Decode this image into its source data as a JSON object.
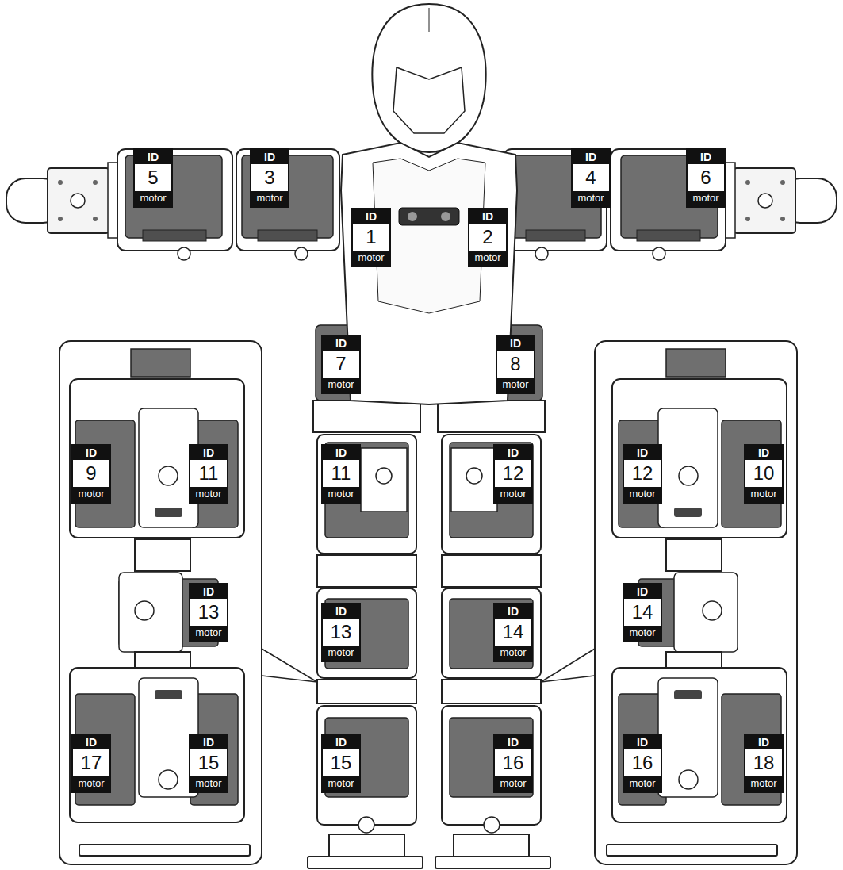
{
  "diagram": {
    "nodes": [
      {
        "text": [
          "ID",
          "5",
          "motor"
        ]
      },
      {
        "text": [
          "ID",
          "3",
          "motor"
        ]
      },
      {
        "text": [
          "ID",
          "4",
          "motor"
        ]
      },
      {
        "text": [
          "ID",
          "6",
          "motor"
        ]
      },
      {
        "text": [
          "ID",
          "1",
          "motor"
        ]
      },
      {
        "text": [
          "ID",
          "2",
          "motor"
        ]
      },
      {
        "text": [
          "ID",
          "7",
          "motor"
        ]
      },
      {
        "text": [
          "ID",
          "8",
          "motor"
        ]
      },
      {
        "text": [
          "ID",
          "9",
          "motor"
        ]
      },
      {
        "text": [
          "ID",
          "11",
          "motor"
        ]
      },
      {
        "text": [
          "ID",
          "11",
          "motor"
        ]
      },
      {
        "text": [
          "ID",
          "12",
          "motor"
        ]
      },
      {
        "text": [
          "ID",
          "12",
          "motor"
        ]
      },
      {
        "text": [
          "ID",
          "10",
          "motor"
        ]
      },
      {
        "text": [
          "ID",
          "13",
          "motor"
        ]
      },
      {
        "text": [
          "ID",
          "14",
          "motor"
        ]
      },
      {
        "text": [
          "ID",
          "13",
          "motor"
        ]
      },
      {
        "text": [
          "ID",
          "14",
          "motor"
        ]
      },
      {
        "text": [
          "ID",
          "17",
          "motor"
        ]
      },
      {
        "text": [
          "ID",
          "15",
          "motor"
        ]
      },
      {
        "text": [
          "ID",
          "15",
          "motor"
        ]
      },
      {
        "text": [
          "ID",
          "16",
          "motor"
        ]
      },
      {
        "text": [
          "ID",
          "16",
          "motor"
        ]
      },
      {
        "text": [
          "ID",
          "18",
          "motor"
        ]
      }
    ]
  }
}
